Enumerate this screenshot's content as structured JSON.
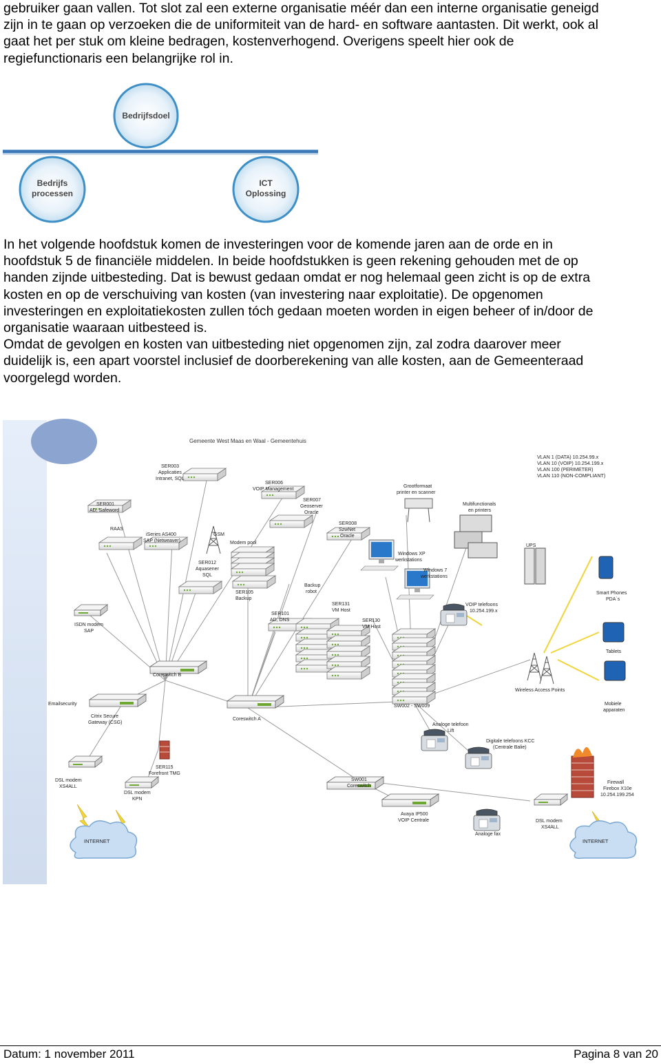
{
  "text": {
    "para1": [
      "gebruiker gaan vallen. Tot slot zal een externe organisatie méér dan een interne organisatie geneigd",
      "zijn in te gaan op verzoeken die de uniformiteit van de hard- en software aantasten. Dit werkt, ook al",
      "gaat het per stuk om kleine bedragen, kostenverhogend. Overigens speelt hier ook de",
      "regiefunctionaris een belangrijke rol in."
    ],
    "para2": [
      "In het volgende hoofdstuk komen de investeringen voor de komende jaren aan de orde en in",
      "hoofdstuk 5 de financiële middelen. In beide hoofdstukken is geen rekening gehouden met de op",
      "handen zijnde uitbesteding. Dat is bewust gedaan omdat er nog helemaal geen zicht is op de extra",
      "kosten en op de verschuiving van kosten (van investering naar exploitatie). De opgenomen",
      "investeringen en exploitatiekosten zullen tóch gedaan moeten worden in eigen beheer of in/door de",
      "organisatie waaraan uitbesteed is.",
      "Omdat de gevolgen en kosten van uitbesteding niet opgenomen zijn, zal zodra daarover meer",
      "duidelijk is, een apart voorstel inclusief de doorberekening van alle kosten, aan de Gemeenteraad",
      "voorgelegd worden."
    ]
  },
  "balance_diagram": {
    "top": "Bedrijfsdoel",
    "left": [
      "Bedrijfs",
      "processen"
    ],
    "right": [
      "ICT",
      "Oplossing"
    ]
  },
  "network": {
    "title": "Gemeente West Maas en Waal - Gemeentehuis",
    "vlans": [
      "VLAN 1  (DATA) 10.254.99.x",
      "VLAN 10 (VOIP) 10.254.199.x",
      "VLAN 100 (PERIMETER)",
      "VLAN 110 (NON-COMPLIANT)"
    ],
    "labels": {
      "ser003": [
        "SER003",
        "Applicaties",
        "Intranet, SQL"
      ],
      "ser006": [
        "SER006",
        "VOIP Management"
      ],
      "ser001": [
        "SER001",
        "AD, Safeword"
      ],
      "ser007": [
        "SER007",
        "Geoserver",
        "Oracle"
      ],
      "grootformaat": [
        "Grootformaat",
        "printer en scanner"
      ],
      "multifunctionals": [
        "Multifunctionals",
        "en printers"
      ],
      "ser008": [
        "SER008",
        "SzwNet",
        "Oracle"
      ],
      "raas": [
        "RAAS"
      ],
      "iseries": [
        "iSeries AS400",
        "SAP (Netweaver)"
      ],
      "gsm": [
        "GSM"
      ],
      "modempool": [
        "Modem pool"
      ],
      "ups": [
        "UPS"
      ],
      "winxp": [
        "Windows XP",
        "werkstations"
      ],
      "win7": [
        "Windows 7",
        "werkstations"
      ],
      "ser012": [
        "SER012",
        "Aquasener",
        "SQL"
      ],
      "backup": [
        "Backup",
        "robot"
      ],
      "ser105": [
        "SER105",
        "Backup"
      ],
      "ser131": [
        "SER131",
        "VM Host"
      ],
      "smartphones": [
        "Smart Phones",
        "PDA´s"
      ],
      "voip": [
        "VOIP telefoons",
        "10.254.199.x"
      ],
      "ser101": [
        "SER101",
        "AD, DNS"
      ],
      "ser130": [
        "SER130",
        "VM Host"
      ],
      "isdn": [
        "ISDN modem",
        "SAP"
      ],
      "tablets": [
        "Tablets"
      ],
      "coreswitchb": [
        "Coreswitch B"
      ],
      "wap": [
        "Wireless Access Points"
      ],
      "emailsecurity": [
        "Emailsecurity"
      ],
      "sw002": [
        "SW002 - SW009"
      ],
      "mobiele": [
        "Mobiele",
        "apparaten"
      ],
      "citrix": [
        "Citrix Secure",
        "Gateway (CSG)"
      ],
      "coreswitcha": [
        "Coreswitch A"
      ],
      "analoge": [
        "Analoge telefoon",
        "Lift"
      ],
      "digitale": [
        "Digitale telefoons KCC",
        "(Centrale Balie)"
      ],
      "ser115": [
        "SER115",
        "Forefront TMG"
      ],
      "dslxs4all1": [
        "DSL modem",
        "XS4ALL"
      ],
      "sw001": [
        "SW001",
        "Coreswitch"
      ],
      "firewall": [
        "Firewall",
        "Firebox X10e",
        "10.254.199.254"
      ],
      "dslkpn": [
        "DSL modem",
        "KPN"
      ],
      "avaya": [
        "Avaya IP500",
        "VOIP Centrale"
      ],
      "dslxs4all2": [
        "DSL modem",
        "XS4ALL"
      ],
      "internet1": [
        "INTERNET"
      ],
      "analogefax": [
        "Analoge fax"
      ],
      "internet2": [
        "INTERNET"
      ]
    }
  },
  "footer": {
    "left": "Datum: 1 november 2011",
    "right": "Pagina 8 van 20"
  },
  "colors": {
    "balance_circle": "#3d8fc6",
    "balance_fill": "#dfeef8",
    "panel_blue": "#dde8f6",
    "switch_green": "#6ea832",
    "link_gray": "#9a9a9a",
    "lightning_yellow": "#f0d43a",
    "cloud_blue": "#c9def3"
  }
}
